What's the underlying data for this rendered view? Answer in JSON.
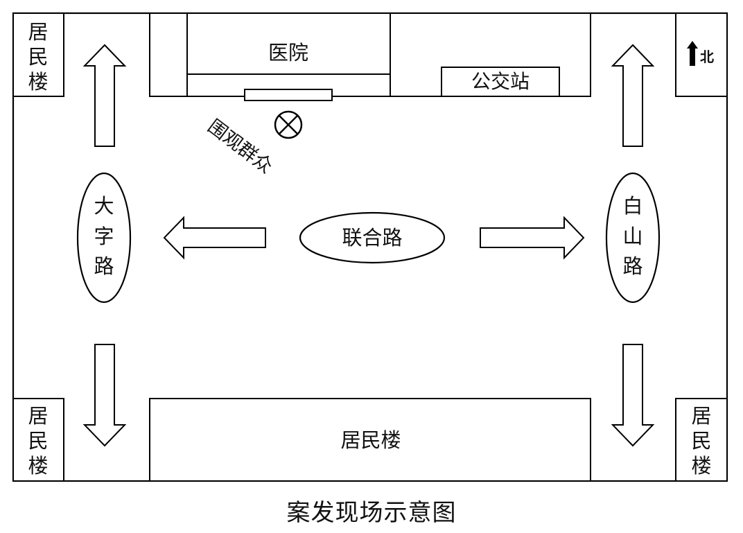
{
  "diagram": {
    "caption": "案发现场示意图",
    "north": {
      "glyph": "⬆",
      "label": "北"
    },
    "buildings": {
      "residential_top_left": [
        "居",
        "民",
        "楼"
      ],
      "residential_bottom_left": [
        "居",
        "民",
        "楼"
      ],
      "residential_bottom_right": [
        "居",
        "民",
        "楼"
      ],
      "residential_bottom_center": "居民楼",
      "hospital": "医院",
      "bus_stop": "公交站"
    },
    "roads": {
      "center": "联合路",
      "left": [
        "大",
        "字",
        "路"
      ],
      "right": [
        "白",
        "山",
        "路"
      ]
    },
    "crowd_label": "围观群众",
    "crime_marker_icon": "circled-x-icon"
  }
}
